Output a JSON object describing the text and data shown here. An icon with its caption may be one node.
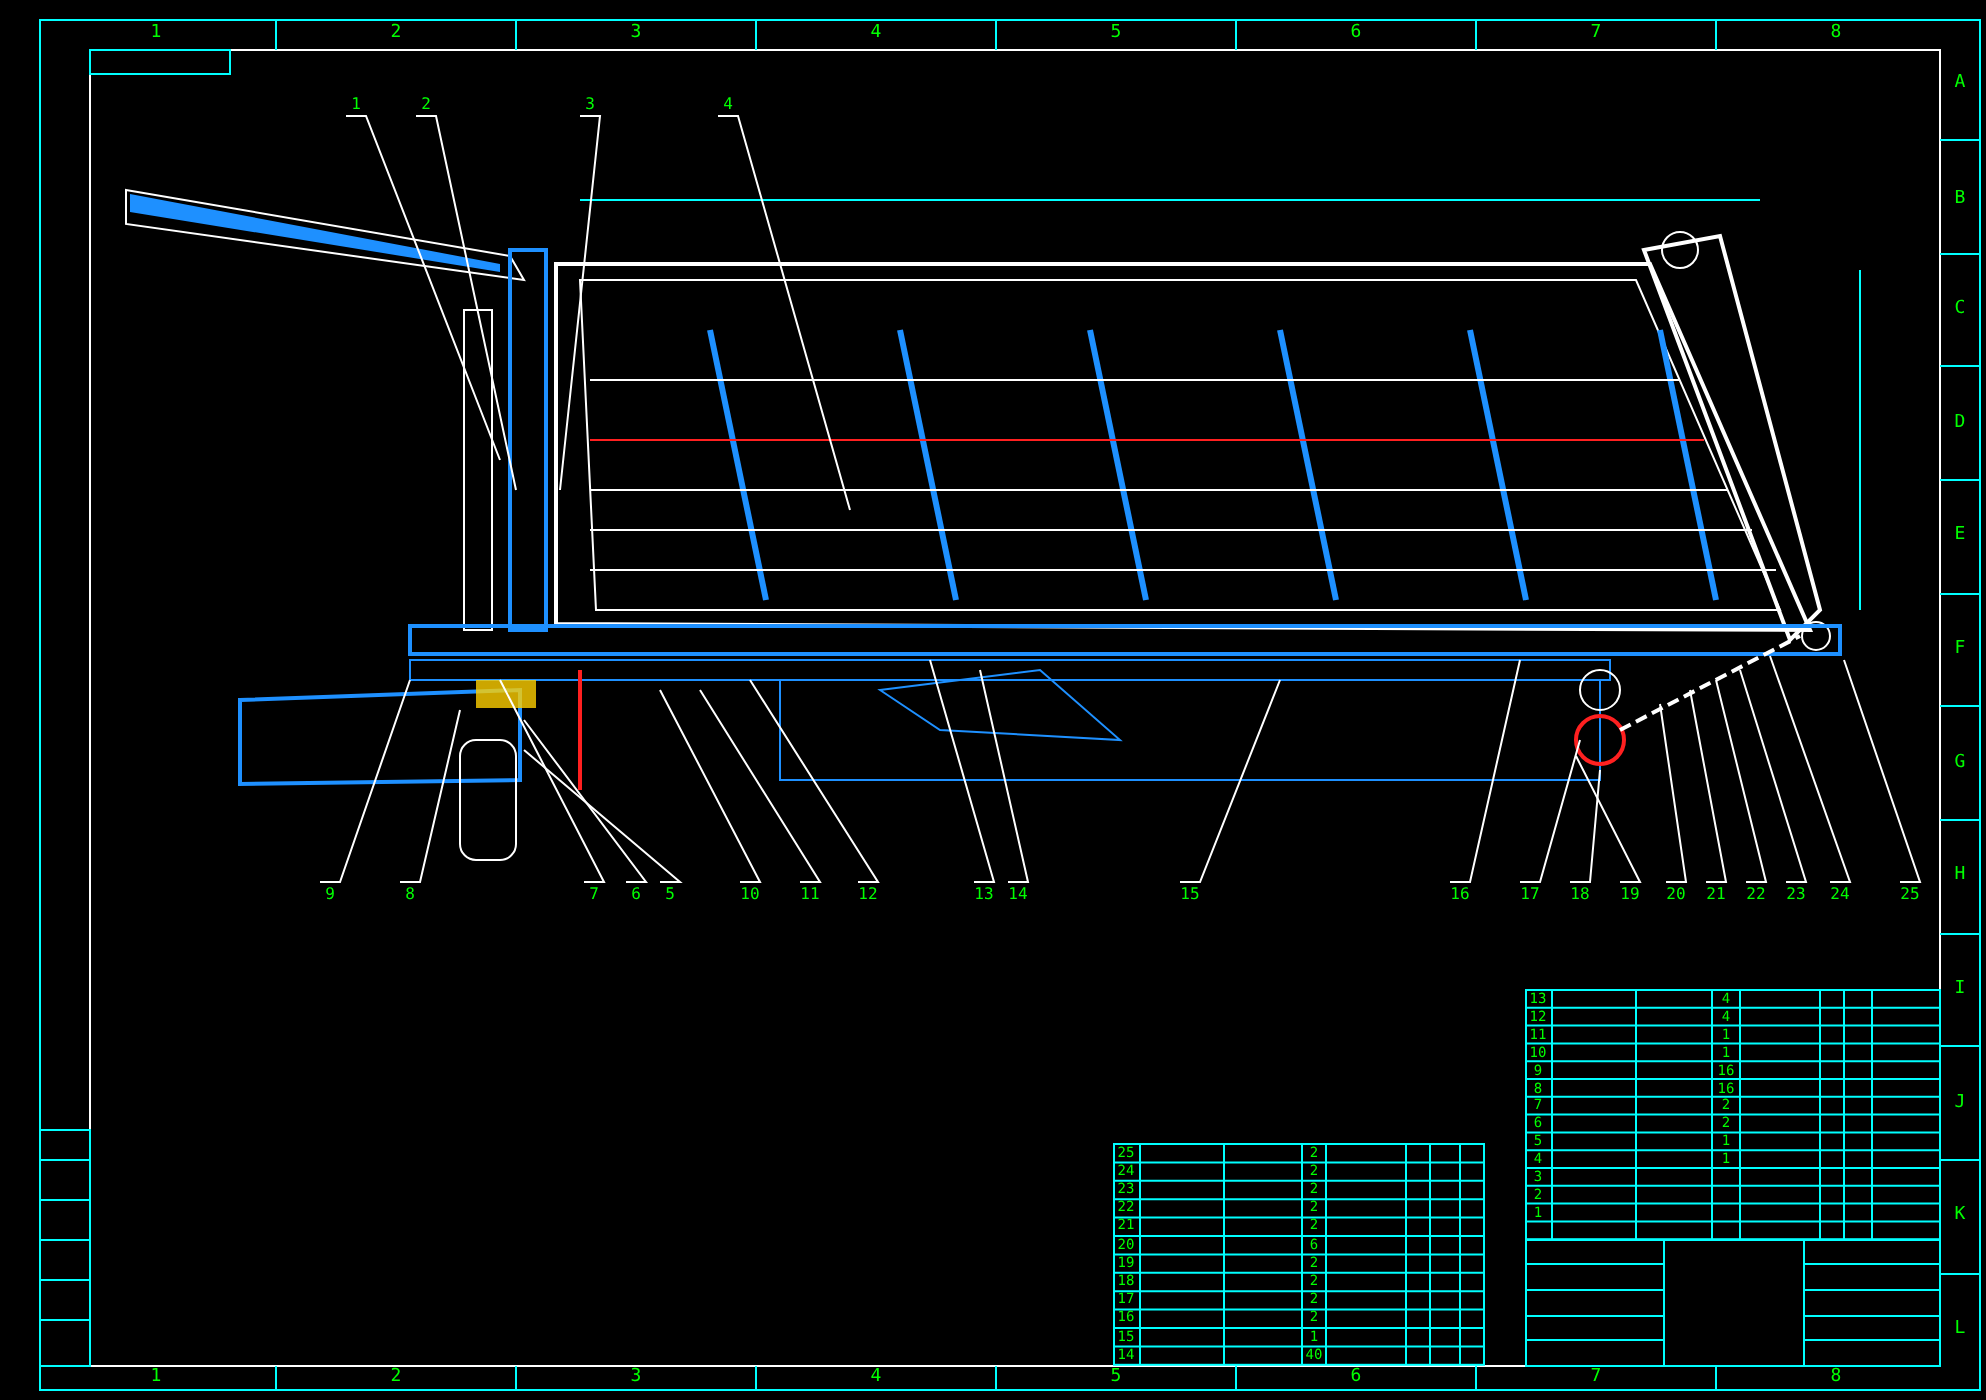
{
  "diagram": {
    "nodes": [
      {
        "text": [
          "1"
        ]
      },
      {
        "text": [
          "2"
        ]
      },
      {
        "text": [
          "3"
        ]
      },
      {
        "text": [
          "4"
        ]
      },
      {
        "text": [
          "9"
        ]
      },
      {
        "text": [
          "8"
        ]
      },
      {
        "text": [
          "7"
        ]
      },
      {
        "text": [
          "6"
        ]
      },
      {
        "text": [
          "5"
        ]
      },
      {
        "text": [
          "10"
        ]
      },
      {
        "text": [
          "11"
        ]
      },
      {
        "text": [
          "12"
        ]
      },
      {
        "text": [
          "13"
        ]
      },
      {
        "text": [
          "14"
        ]
      },
      {
        "text": [
          "15"
        ]
      },
      {
        "text": [
          "16"
        ]
      },
      {
        "text": [
          "17"
        ]
      },
      {
        "text": [
          "18"
        ]
      },
      {
        "text": [
          "19"
        ]
      },
      {
        "text": [
          "20"
        ]
      },
      {
        "text": [
          "21"
        ]
      },
      {
        "text": [
          "22"
        ]
      },
      {
        "text": [
          "23"
        ]
      },
      {
        "text": [
          "24"
        ]
      },
      {
        "text": [
          "25"
        ]
      }
    ],
    "edges": [
      {
        "from": 0,
        "to": null,
        "arrow": "none"
      },
      {
        "from": 1,
        "to": null,
        "arrow": "none"
      },
      {
        "from": 2,
        "to": null,
        "arrow": "none"
      },
      {
        "from": 3,
        "to": null,
        "arrow": "none"
      },
      {
        "from": 4,
        "to": null,
        "arrow": "none"
      },
      {
        "from": 5,
        "to": null,
        "arrow": "none"
      },
      {
        "from": 6,
        "to": null,
        "arrow": "none"
      },
      {
        "from": 7,
        "to": null,
        "arrow": "none"
      },
      {
        "from": 8,
        "to": null,
        "arrow": "none"
      },
      {
        "from": 9,
        "to": null,
        "arrow": "none"
      },
      {
        "from": 10,
        "to": null,
        "arrow": "none"
      },
      {
        "from": 11,
        "to": null,
        "arrow": "none"
      },
      {
        "from": 12,
        "to": null,
        "arrow": "none"
      },
      {
        "from": 13,
        "to": null,
        "arrow": "none"
      },
      {
        "from": 14,
        "to": null,
        "arrow": "none"
      },
      {
        "from": 15,
        "to": null,
        "arrow": "none"
      },
      {
        "from": 16,
        "to": null,
        "arrow": "none"
      },
      {
        "from": 17,
        "to": null,
        "arrow": "none"
      },
      {
        "from": 18,
        "to": null,
        "arrow": "none"
      },
      {
        "from": 19,
        "to": null,
        "arrow": "none"
      },
      {
        "from": 20,
        "to": null,
        "arrow": "none"
      },
      {
        "from": 21,
        "to": null,
        "arrow": "none"
      },
      {
        "from": 22,
        "to": null,
        "arrow": "none"
      },
      {
        "from": 23,
        "to": null,
        "arrow": "none"
      },
      {
        "from": 24,
        "to": null,
        "arrow": "none"
      }
    ],
    "labels": [
      "1",
      "2",
      "3",
      "4",
      "5",
      "6",
      "7",
      "8",
      "A",
      "B",
      "C",
      "D",
      "E",
      "F",
      "G",
      "H",
      "I",
      "J",
      "K",
      "L",
      "13",
      "4",
      "12",
      "4",
      "11",
      "1",
      "10",
      "1",
      "9",
      "16",
      "8",
      "16",
      "7",
      "2",
      "6",
      "2",
      "5",
      "1",
      "4",
      "1",
      "3",
      "2",
      "1",
      "25",
      "2",
      "24",
      "2",
      "23",
      "2",
      "22",
      "2",
      "21",
      "2",
      "20",
      "6",
      "19",
      "2",
      "18",
      "2",
      "17",
      "2",
      "16",
      "2",
      "15",
      "1",
      "14",
      "40",
      "1",
      "2",
      "3",
      "4",
      "5",
      "6",
      "7",
      "8"
    ]
  }
}
